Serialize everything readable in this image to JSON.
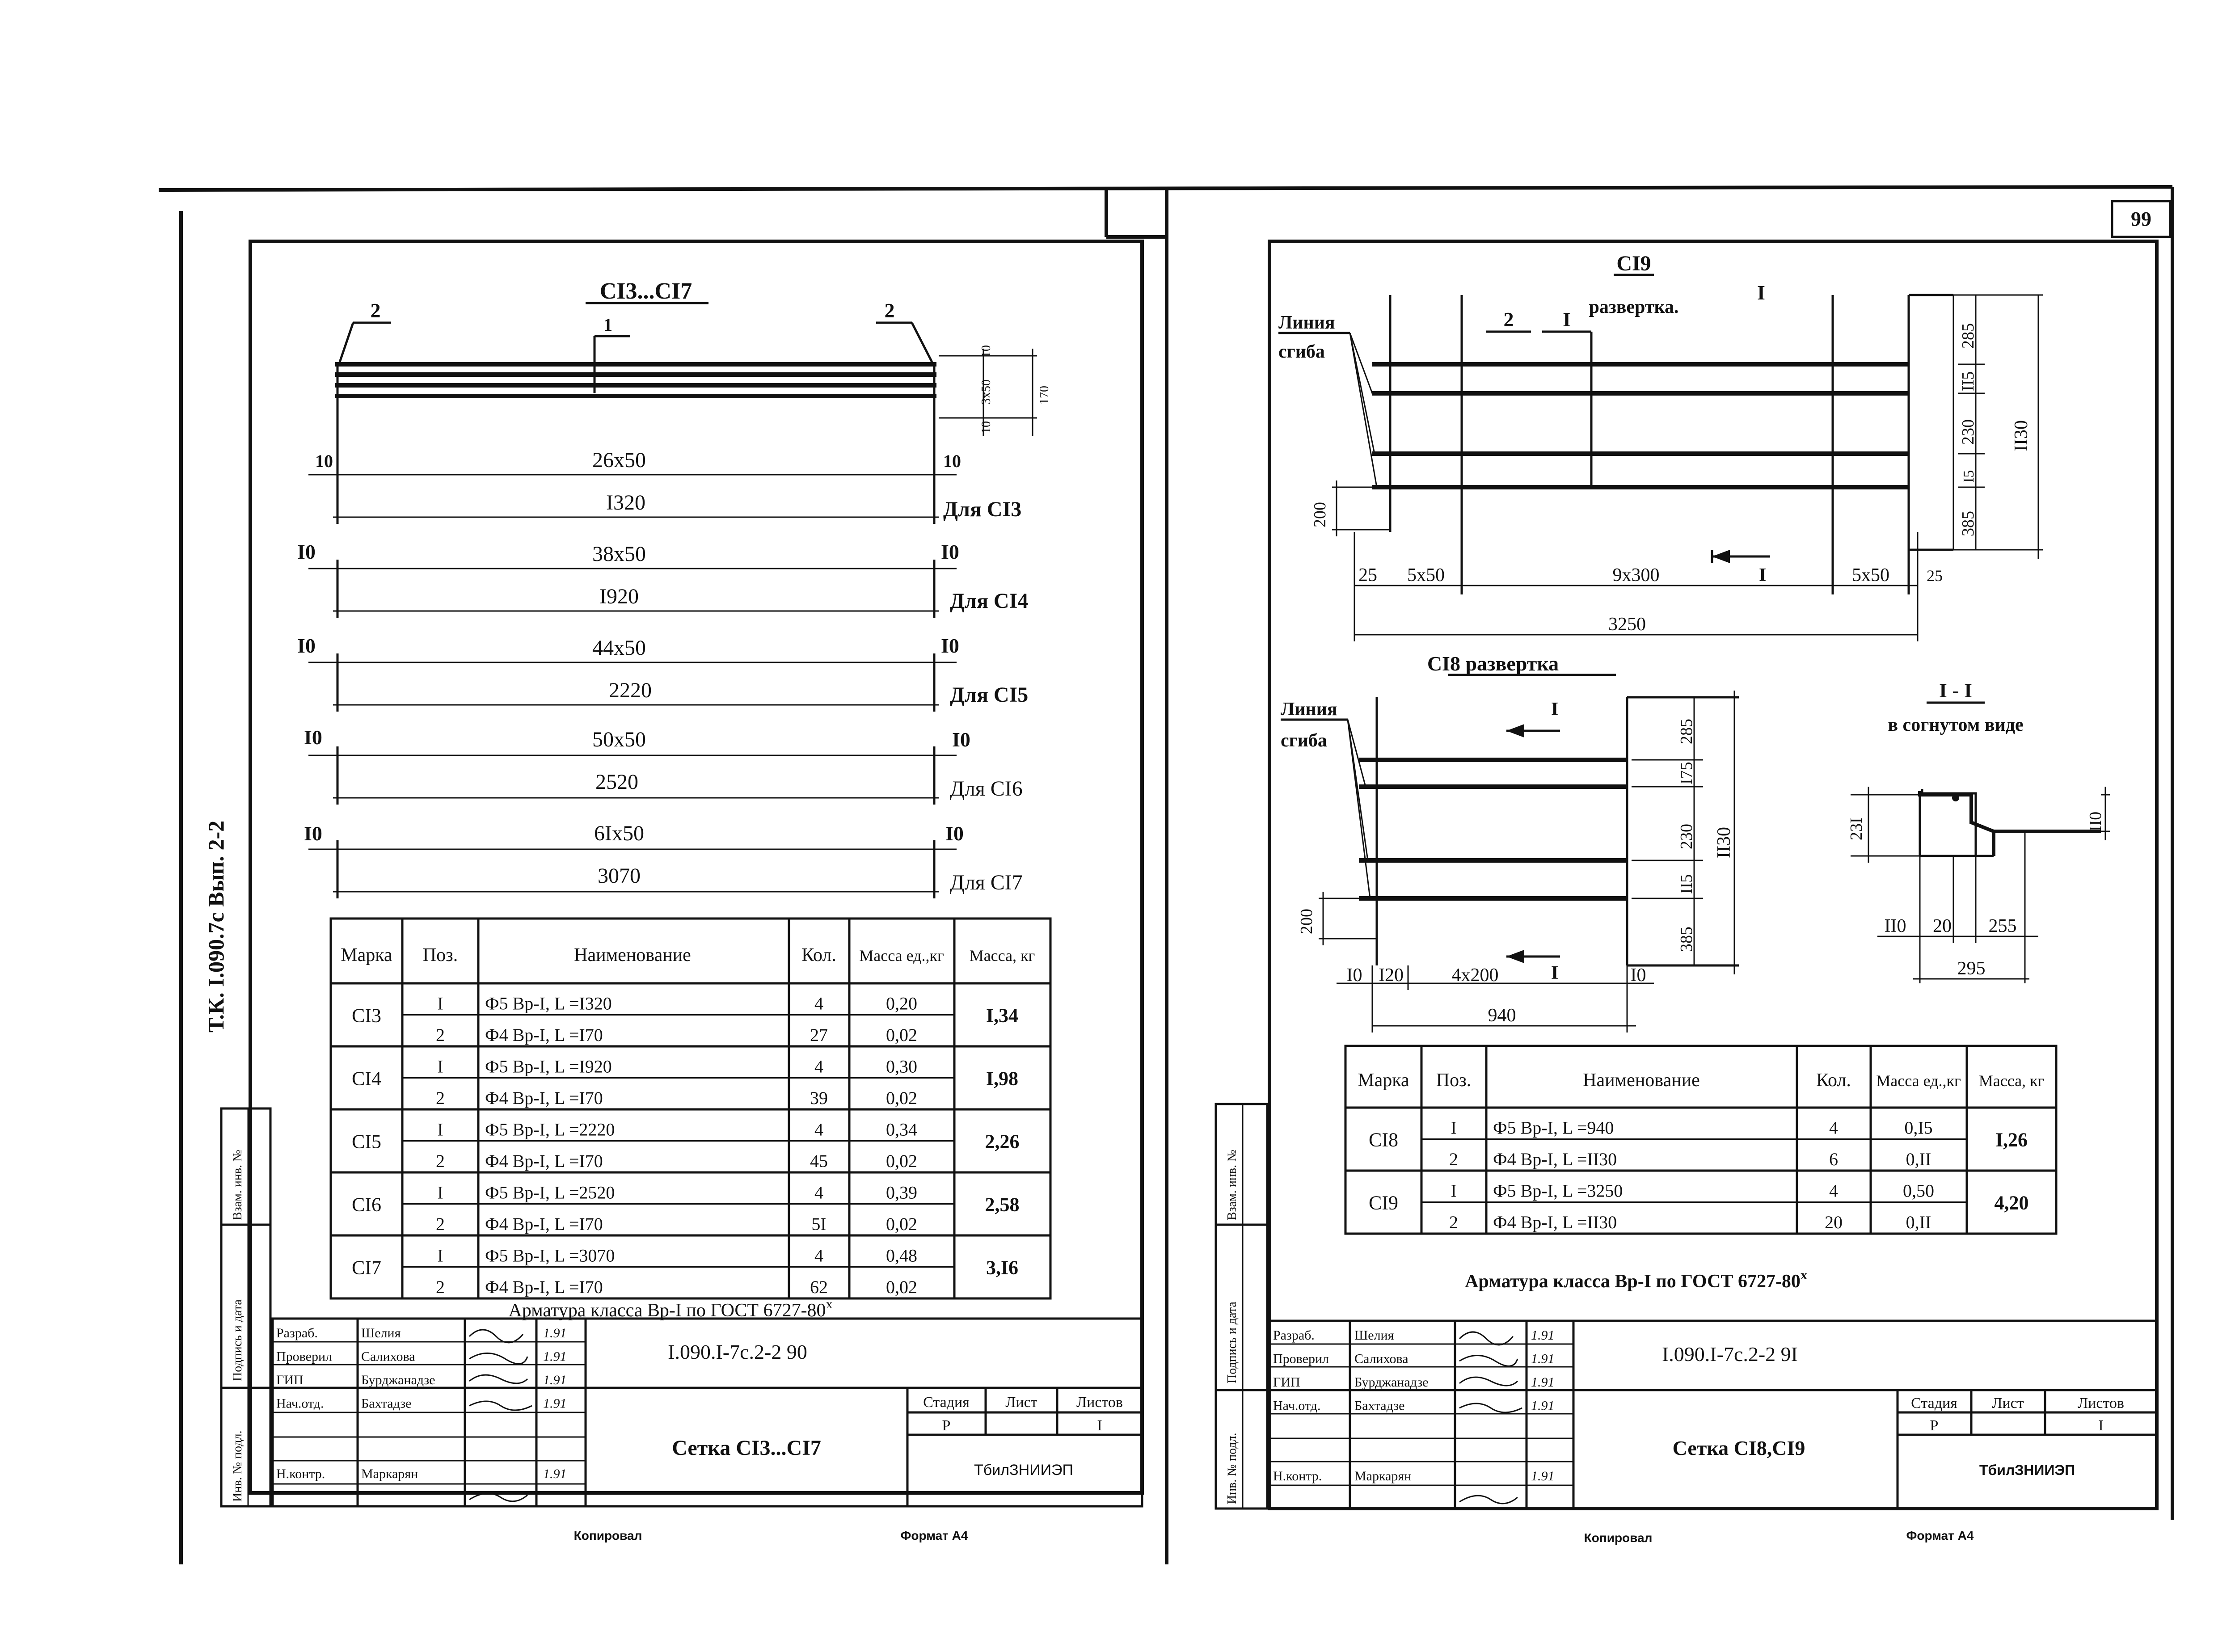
{
  "page_number": "99",
  "left_sheet": {
    "side_stamp": "Т.К. I.090.7с  Вып. 2-2",
    "title": "СI3...СI7",
    "pos_labels": {
      "p1": "1",
      "p2a": "2",
      "p2b": "2"
    },
    "section_dims": {
      "d10": "10",
      "d3x50": "3x50",
      "d10b": "10",
      "d170": "170"
    },
    "rows": [
      {
        "left": "10",
        "right": "10",
        "span": "26x50",
        "length": "I320",
        "label": "Для СI3"
      },
      {
        "left": "I0",
        "right": "I0",
        "span": "38x50",
        "length": "I920",
        "label": "Для СI4"
      },
      {
        "left": "I0",
        "right": "I0",
        "span": "44x50",
        "length": "2220",
        "label": "Для СI5"
      },
      {
        "left": "I0",
        "right": "I0",
        "span": "50x50",
        "length": "2520",
        "label": "Для СI6"
      },
      {
        "left": "I0",
        "right": "I0",
        "span": "6Ix50",
        "length": "3070",
        "label": "Для СI7"
      }
    ],
    "table": {
      "headers": [
        "Марка",
        "Поз.",
        "Наименование",
        "Кол.",
        "Масса ед.,кг",
        "Масса, кг"
      ],
      "groups": [
        {
          "mark": "СI3",
          "total": "I,34",
          "lines": [
            [
              "I",
              "Ф5 Вр-I,  L =I320",
              "4",
              "0,20"
            ],
            [
              "2",
              "Ф4 Вр-I,  L =I70",
              "27",
              "0,02"
            ]
          ]
        },
        {
          "mark": "СI4",
          "total": "I,98",
          "lines": [
            [
              "I",
              "Ф5 Вр-I,  L =I920",
              "4",
              "0,30"
            ],
            [
              "2",
              "Ф4 Вр-I,  L =I70",
              "39",
              "0,02"
            ]
          ]
        },
        {
          "mark": "СI5",
          "total": "2,26",
          "lines": [
            [
              "I",
              "Ф5 Вр-I,  L =2220",
              "4",
              "0,34"
            ],
            [
              "2",
              "Ф4 Вр-I,  L =I70",
              "45",
              "0,02"
            ]
          ]
        },
        {
          "mark": "СI6",
          "total": "2,58",
          "lines": [
            [
              "I",
              "Ф5 Вр-I,  L =2520",
              "4",
              "0,39"
            ],
            [
              "2",
              "Ф4 Вр-I,  L =I70",
              "5I",
              "0,02"
            ]
          ]
        },
        {
          "mark": "СI7",
          "total": "3,I6",
          "lines": [
            [
              "I",
              "Ф5 Вр-I,  L =3070",
              "4",
              "0,48"
            ],
            [
              "2",
              "Ф4 Вр-I,  L =I70",
              "62",
              "0,02"
            ]
          ]
        }
      ]
    },
    "note": "Арматура класса Вр-I по ГОСТ 6727-80",
    "note_sup": "х",
    "title_block": {
      "roles": [
        "Разраб.",
        "Проверил",
        "ГИП",
        "Нач.отд.",
        "",
        "",
        "Н.контр."
      ],
      "names": [
        "Шелия",
        "Салихова",
        "Бурджанадзе",
        "Бахтадзе",
        "",
        "",
        "Маркарян"
      ],
      "dates": [
        "1.91",
        "1.91",
        "1.91",
        "1.91",
        "",
        "",
        "1.91"
      ],
      "code": "I.090.I-7с.2-2 90",
      "sheet_title": "Сетка СI3...СI7",
      "stage_label": "Стадия",
      "sheet_label": "Лист",
      "sheets_label": "Листов",
      "stage": "Р",
      "sheets": "I",
      "org": "ТбилЗНИИЭП"
    },
    "side_labels": [
      "Взам. инв. №",
      "Подпись и дата",
      "Инв. № подл."
    ],
    "footer_left": "Копировал",
    "footer_right": "Формат А4"
  },
  "right_sheet": {
    "c19_title": "СI9",
    "c19_sub": "развертка.",
    "roman1": "I",
    "c19_marks": {
      "pos2": "2",
      "cut": "I",
      "bend1": "Линия",
      "bend2": "сгиба"
    },
    "c19_hdims": [
      "25",
      "5x50",
      "9x300",
      "5x50",
      "25"
    ],
    "c19_total": "3250",
    "c19_cut_bottom": "I",
    "c19_vdims": [
      "285",
      "II5",
      "230",
      "I5",
      "385"
    ],
    "c19_vtotal": "II30",
    "c19_left": "200",
    "c18_title": "СI8 развертка",
    "c18_marks": {
      "cut_top": "I",
      "cut_bot": "I",
      "bend1": "Линия",
      "bend2": "сгиба"
    },
    "c18_hdims": [
      "I0",
      "I20",
      "4x200",
      "I0"
    ],
    "c18_total": "940",
    "c18_vdims": [
      "285",
      "I75",
      "230",
      "II5",
      "385"
    ],
    "c18_vtotal": "II30",
    "c18_left": "200",
    "section_title": "I - I",
    "section_sub": "в согнутом виде",
    "section_dims": {
      "h231": "23I",
      "h110": "II0",
      "w110": "II0",
      "w20": "20",
      "w255": "255",
      "w295": "295"
    },
    "table": {
      "headers": [
        "Марка",
        "Поз.",
        "Наименование",
        "Кол.",
        "Масса ед.,кг",
        "Масса, кг"
      ],
      "groups": [
        {
          "mark": "СI8",
          "total": "I,26",
          "lines": [
            [
              "I",
              "Ф5 Вр-I,  L =940",
              "4",
              "0,I5"
            ],
            [
              "2",
              "Ф4 Вр-I,  L =II30",
              "6",
              "0,II"
            ]
          ]
        },
        {
          "mark": "СI9",
          "total": "4,20",
          "lines": [
            [
              "I",
              "Ф5 Вр-I,  L =3250",
              "4",
              "0,50"
            ],
            [
              "2",
              "Ф4 Вр-I,  L =II30",
              "20",
              "0,II"
            ]
          ]
        }
      ]
    },
    "note": "Арматура класса Вр-I по ГОСТ 6727-80",
    "note_sup": "х",
    "title_block": {
      "roles": [
        "Разраб.",
        "Проверил",
        "ГИП",
        "Нач.отд.",
        "",
        "",
        "Н.контр."
      ],
      "names": [
        "Шелия",
        "Салихова",
        "Бурджанадзе",
        "Бахтадзе",
        "",
        "",
        "Маркарян"
      ],
      "dates": [
        "1.91",
        "1.91",
        "1.91",
        "1.91",
        "",
        "",
        "1.91"
      ],
      "code": "I.090.I-7с.2-2 9I",
      "sheet_title": "Сетка СI8,СI9",
      "stage_label": "Стадия",
      "sheet_label": "Лист",
      "sheets_label": "Листов",
      "stage": "Р",
      "sheets": "I",
      "org": "ТбилЗНИИЭП"
    },
    "side_labels": [
      "Взам. инв. №",
      "Подпись и дата",
      "Инв. № подл."
    ],
    "footer_left": "Копировал",
    "footer_right": "Формат А4"
  }
}
